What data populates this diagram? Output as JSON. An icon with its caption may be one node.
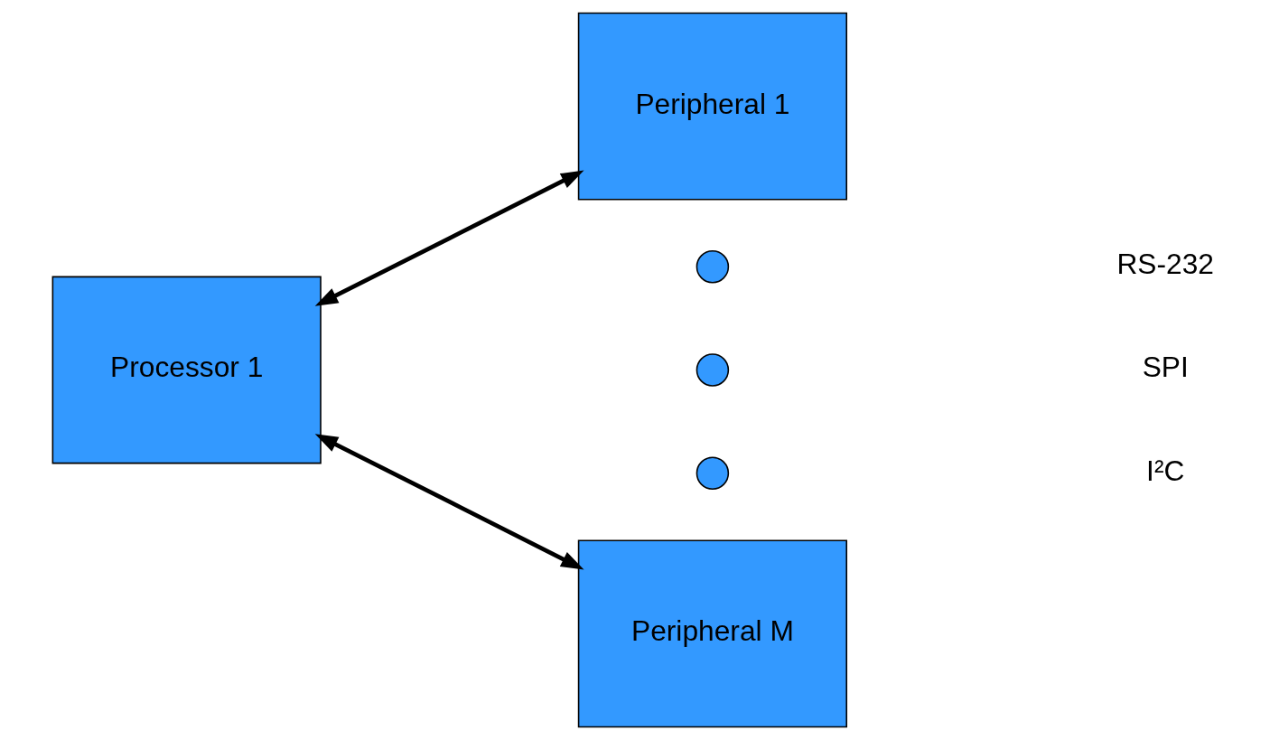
{
  "diagram": {
    "nodes": [
      {
        "text": [
          "Processor 1"
        ]
      },
      {
        "text": [
          "Peripheral 1"
        ]
      },
      {
        "text": [
          "Peripheral M"
        ]
      },
      {
        "text": [],
        "shape": "circle"
      },
      {
        "text": [],
        "shape": "circle"
      },
      {
        "text": [],
        "shape": "circle"
      }
    ],
    "edges": [
      {
        "from": 0,
        "to": 1,
        "arrow": "both"
      },
      {
        "from": 0,
        "to": 2,
        "arrow": "both"
      }
    ],
    "labels": [
      "RS-232",
      "SPI",
      "I²C"
    ]
  }
}
